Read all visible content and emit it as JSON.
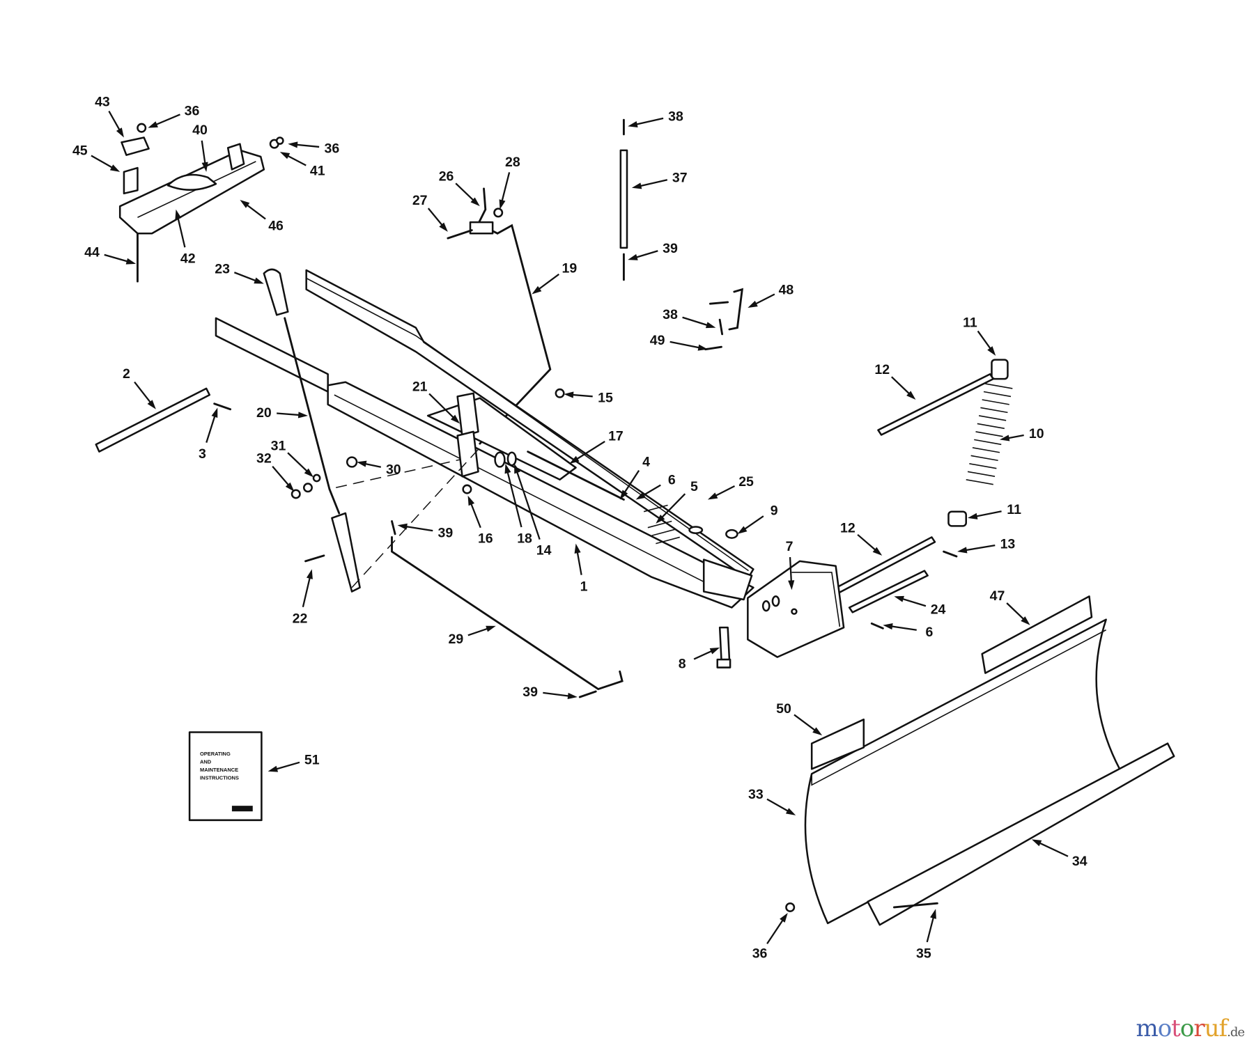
{
  "diagram": {
    "callouts": [
      "43",
      "36",
      "40",
      "36",
      "41",
      "45",
      "46",
      "42",
      "44",
      "38",
      "37",
      "39",
      "28",
      "26",
      "27",
      "19",
      "23",
      "48",
      "38",
      "49",
      "11",
      "12",
      "10",
      "2",
      "3",
      "20",
      "21",
      "15",
      "17",
      "4",
      "6",
      "5",
      "25",
      "9",
      "11",
      "12",
      "13",
      "31",
      "30",
      "32",
      "16",
      "18",
      "14",
      "39",
      "1",
      "7",
      "24",
      "6",
      "22",
      "29",
      "8",
      "47",
      "39",
      "50",
      "51",
      "33",
      "34",
      "36",
      "35"
    ],
    "manual": {
      "lines": [
        "OPERATING",
        "AND",
        "MAINTENANCE",
        "INSTRUCTIONS"
      ]
    }
  },
  "watermark": {
    "letters": [
      "m",
      "o",
      "t",
      "o",
      "r",
      "u",
      "f"
    ],
    "tld": ".de"
  }
}
